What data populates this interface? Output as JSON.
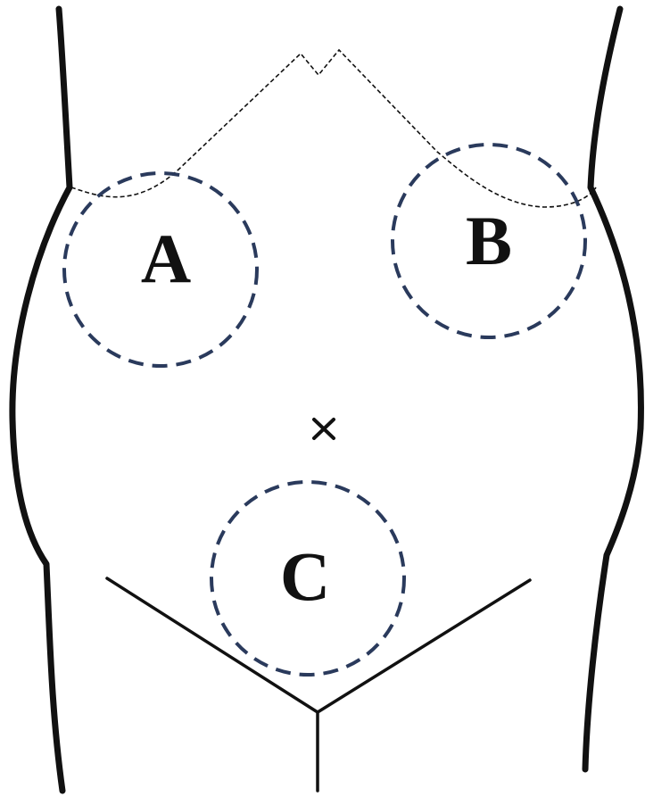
{
  "regions": [
    {
      "id": "A",
      "label": "A"
    },
    {
      "id": "B",
      "label": "B"
    },
    {
      "id": "C",
      "label": "C"
    }
  ],
  "colors": {
    "outline": "#111111",
    "region_circle": "#2a3a5c"
  }
}
